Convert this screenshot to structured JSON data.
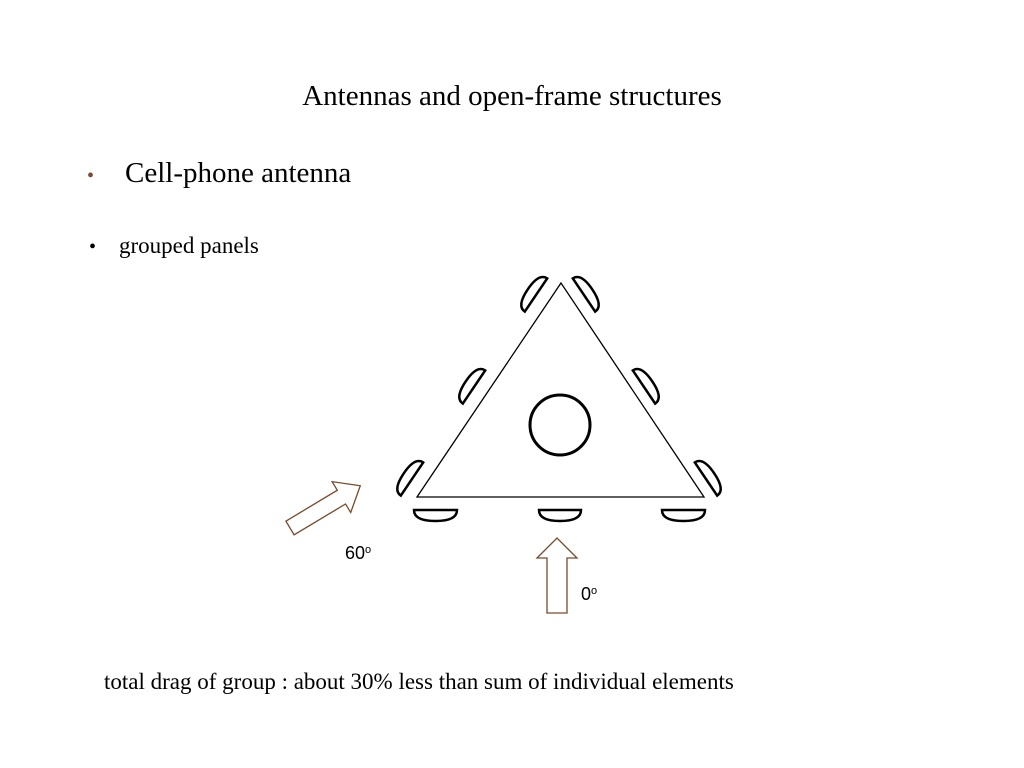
{
  "slide": {
    "title": "Antennas and open-frame structures",
    "bullets": [
      {
        "marker": "•",
        "text": "Cell-phone antenna"
      },
      {
        "marker": "•",
        "text": "grouped panels"
      }
    ],
    "footer": "total drag of group : about 30% less than sum of individual elements"
  },
  "diagram": {
    "arrows": [
      {
        "id": "angle-60",
        "value": "60",
        "unit_sup": "o"
      },
      {
        "id": "angle-0",
        "value": "0",
        "unit_sup": "o"
      }
    ],
    "colors": {
      "line": "#000000",
      "arrow": "#7a4a2a",
      "bullet_accent": "#7a4a2a"
    }
  }
}
